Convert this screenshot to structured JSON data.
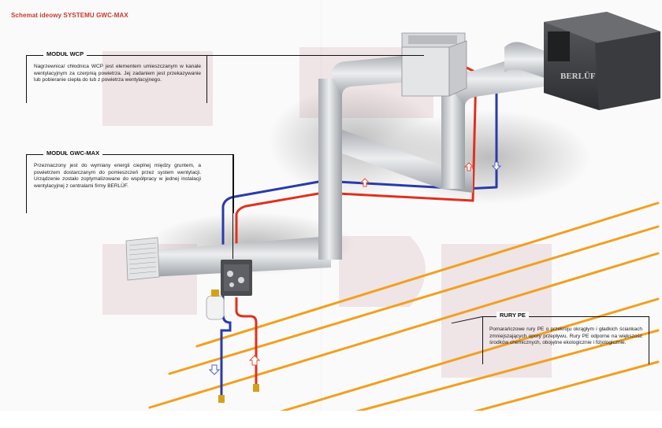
{
  "page_title": "Schemat ideowy SYSTEMU GWC-MAX",
  "callouts": {
    "wcp": {
      "heading": "MODUŁ WCP",
      "text": "Nagrzewnica/ chłodnica WCP jest elementem umieszczanym w kanale wentylacyjnym za czerpnią powietrza. Jej zadaniem jest przekazywanie lub pobieranie ciepła do lub z powietrza wentylacyjnego."
    },
    "gwc": {
      "heading": "MODUŁ GWC-MAX",
      "text": "Przeznaczony jest do wymiany energii cieplnej między gruntem, a powietrzem dostarczanym do pomieszczeń przez system wentylacji. Urządzenie zostało zoptymalizowane do współpracy w jednej instalacji wentylacyjnej z centralami firmy BERLÜF."
    },
    "rury": {
      "heading": "RURY PE",
      "text": "Pomarańczowe rury PE o przekroju okrągłym i gładkich ściankach zmniejszających opory przepływu. Rury PE odporne na większość środków chemicznych, obojętne ekologicznie i fizjologicznie."
    }
  },
  "unit_brand": "BERLÜF",
  "colors": {
    "title_red": "#c8382e",
    "hot_pipe": "#e0301e",
    "cold_pipe": "#2a3aa8",
    "ground_pipe": "#f0a020",
    "duct": "#cfd1d4",
    "watermark": "#efe4e6"
  }
}
